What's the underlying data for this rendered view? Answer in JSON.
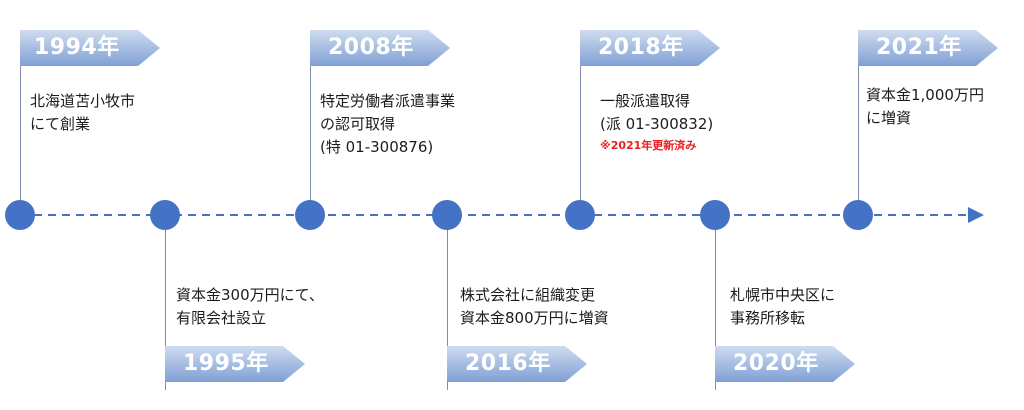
{
  "events": [
    {
      "year": "1994年",
      "lines": [
        "北海道苫小牧市",
        "にて創業"
      ]
    },
    {
      "year": "1995年",
      "lines": [
        "資本金300万円にて、",
        "有限会社設立"
      ]
    },
    {
      "year": "2008年",
      "lines": [
        "特定労働者派遣事業",
        "の認可取得",
        "(特 01-300876)"
      ]
    },
    {
      "year": "2016年",
      "lines": [
        "株式会社に組織変更",
        "資本金800万円に増資"
      ]
    },
    {
      "year": "2018年",
      "lines": [
        "一般派遣取得",
        "(派 01-300832)"
      ],
      "note": "※2021年更新済み"
    },
    {
      "year": "2020年",
      "lines": [
        "札幌市中央区に",
        "事務所移転"
      ]
    },
    {
      "year": "2021年",
      "lines": [
        "資本金1,000万円",
        "に増資"
      ]
    }
  ],
  "colors": {
    "dot": "#4472c4",
    "line": "#4472c4",
    "flag_light": "#cfdcef",
    "flag_dark": "#7fa0d4",
    "note": "#ee1c1c"
  }
}
